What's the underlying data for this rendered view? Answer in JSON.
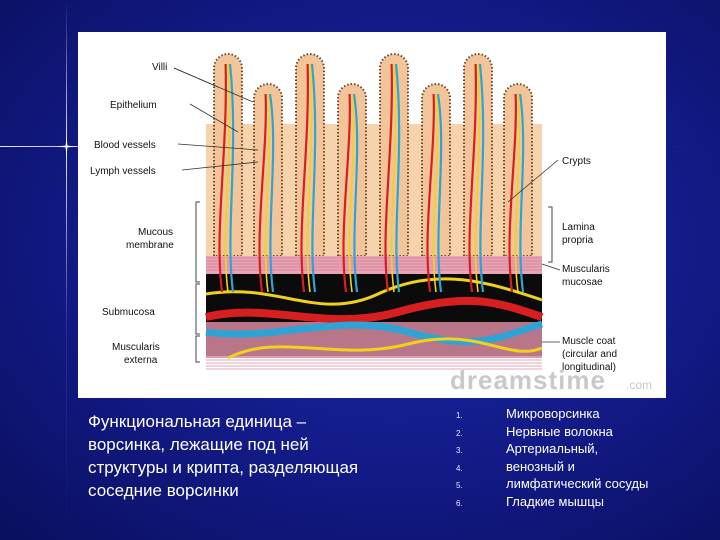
{
  "diagram": {
    "labels_left": [
      "Villi",
      "Epithelium",
      "Blood vessels",
      "Lymph vessels",
      "Mucous",
      "membrane",
      "Submucosa",
      "Muscularis",
      "externa"
    ],
    "labels_right": [
      "Crypts",
      "Lamina",
      "propria",
      "Muscularis",
      "mucosae",
      "Muscle coat",
      "(circular and",
      "longitudinal)"
    ],
    "watermark": "dreamstime",
    "watermark_suffix": ".com",
    "colors": {
      "villus": "#f2c49a",
      "epithelium_dots": "#6e4a2a",
      "blood_artery": "#d81f1f",
      "blood_vein": "#2ea3d6",
      "nerve": "#f0d21a",
      "muscle": "#e9a4b4",
      "dark_layer": "#0b0b0b"
    }
  },
  "caption": {
    "line1": "Функциональная единица –",
    "line2": "ворсинка, лежащие под ней",
    "line3": "структуры и крипта, разделяющая",
    "line4": "соседние ворсинки"
  },
  "legend": [
    {
      "num": "1.",
      "text": "Микроворсинка"
    },
    {
      "num": "2.",
      "text": "Нервные волокна"
    },
    {
      "num": "3.",
      "text": "Артериальный,"
    },
    {
      "num": "4.",
      "text": "венозный и"
    },
    {
      "num": "5.",
      "text": "лимфатический сосуды"
    },
    {
      "num": "6.",
      "text": "Гладкие мышцы"
    }
  ]
}
